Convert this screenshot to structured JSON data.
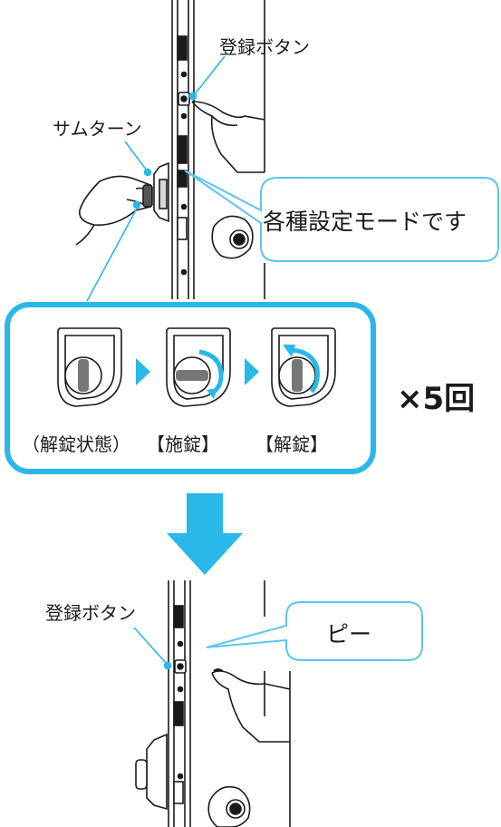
{
  "colors": {
    "accent": "#29b8e8",
    "line": "#1a1a1a",
    "panel_border": "#29b8e8",
    "bubble_border": "#5bc6ec"
  },
  "top_scene": {
    "register_button_label": "登録ボタン",
    "thumbturn_label": "サムターン",
    "speech_bubble_text": "各種設定モードです"
  },
  "steps_panel": {
    "steps": [
      {
        "label": "（解錠状態）",
        "icon": "lock-unlocked-icon"
      },
      {
        "label": "【施錠】",
        "icon": "lock-turn-clockwise-icon"
      },
      {
        "label": "【解錠】",
        "icon": "lock-turn-counterclockwise-icon"
      }
    ],
    "repeat_text": "×5回"
  },
  "bottom_scene": {
    "register_button_label": "登録ボタン",
    "speech_bubble_text": "ピー"
  }
}
